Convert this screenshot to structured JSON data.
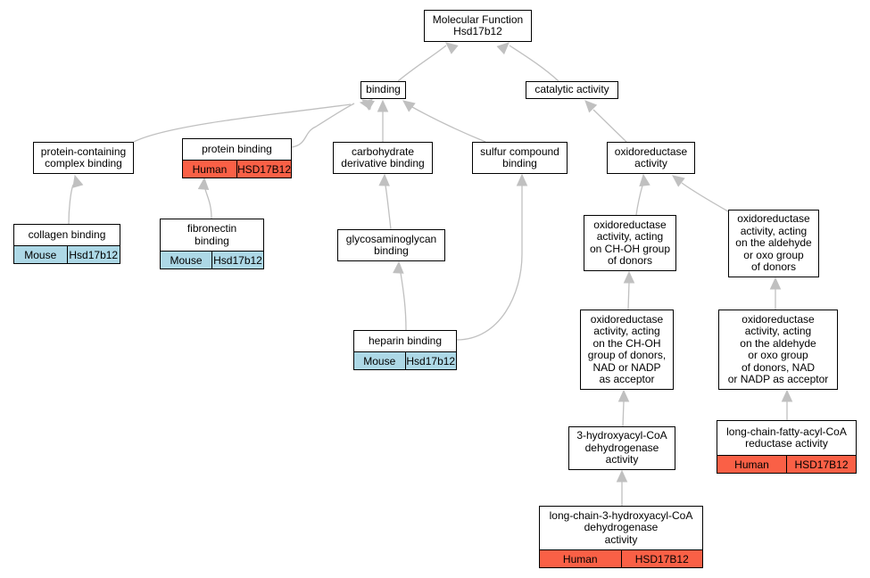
{
  "colors": {
    "mouse": "#add8e6",
    "human": "#fa6046",
    "edge": "#c0c0c0"
  },
  "nodes": {
    "mf": "Molecular Function\nHsd17b12",
    "binding": "binding",
    "catalytic": "catalytic activity",
    "pcc": "protein-containing\ncomplex binding",
    "protein": "protein binding",
    "carbo": "carbohydrate\nderivative binding",
    "sulfur": "sulfur compound\nbinding",
    "oxido": "oxidoreductase\nactivity",
    "collagen": "collagen binding",
    "fibro": "fibronectin\nbinding",
    "gag": "glycosaminoglycan\nbinding",
    "heparin": "heparin binding",
    "chohdonor": "oxidoreductase\nactivity, acting\non CH-OH group\nof donors",
    "aldo": "oxidoreductase\nactivity, acting\non the aldehyde\nor oxo group\nof donors",
    "chohnad": "oxidoreductase\nactivity, acting\non the CH-OH\ngroup of donors,\nNAD or NADP\nas acceptor",
    "aldonad": "oxidoreductase\nactivity, acting\non the aldehyde\nor oxo group\nof donors, NAD\nor NADP as acceptor",
    "hcoa": "3-hydroxyacyl-CoA\ndehydrogenase\nactivity",
    "lcfa": "long-chain-fatty-acyl-CoA\nreductase activity",
    "lchcoa": "long-chain-3-hydroxyacyl-CoA\ndehydrogenase\nactivity"
  },
  "annotations": {
    "protein": [
      "Human",
      "HSD17B12"
    ],
    "collagen": [
      "Mouse",
      "Hsd17b12"
    ],
    "fibro": [
      "Mouse",
      "Hsd17b12"
    ],
    "heparin": [
      "Mouse",
      "Hsd17b12"
    ],
    "lcfa": [
      "Human",
      "HSD17B12"
    ],
    "lchcoa": [
      "Human",
      "HSD17B12"
    ]
  }
}
